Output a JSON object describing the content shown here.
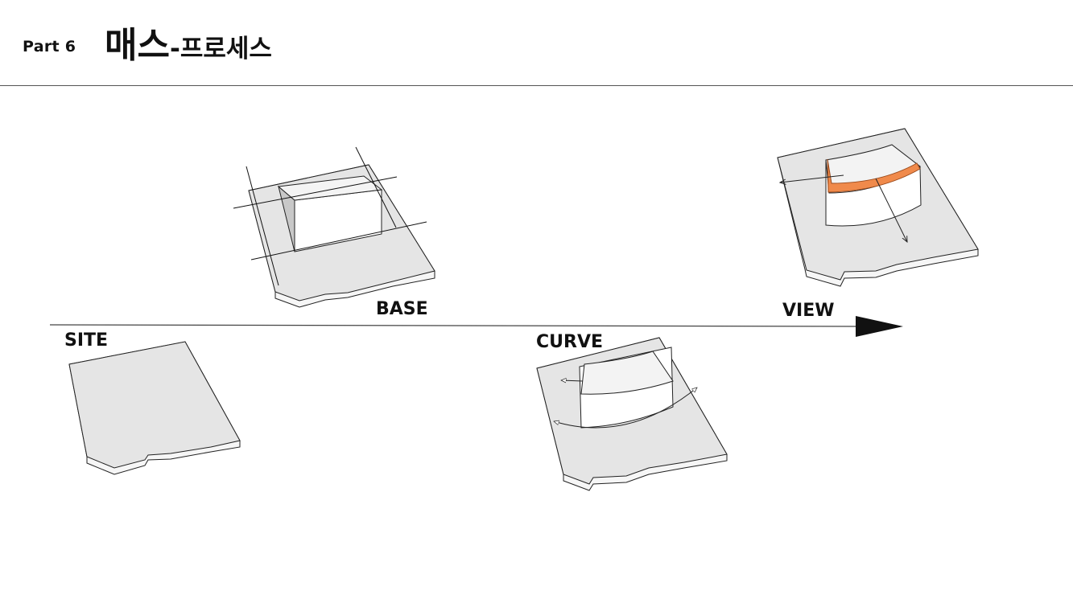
{
  "header": {
    "part": "Part 6",
    "title_main": "매스",
    "title_sub": "-프로세스"
  },
  "stages": {
    "site": "SITE",
    "base": "BASE",
    "curve": "CURVE",
    "view": "VIEW"
  },
  "colors": {
    "ground": "#e5e5e5",
    "mass_front": "#ffffff",
    "mass_side": "#cfcfcf",
    "accent": "#f08a4b",
    "line": "#1a1a1a"
  }
}
